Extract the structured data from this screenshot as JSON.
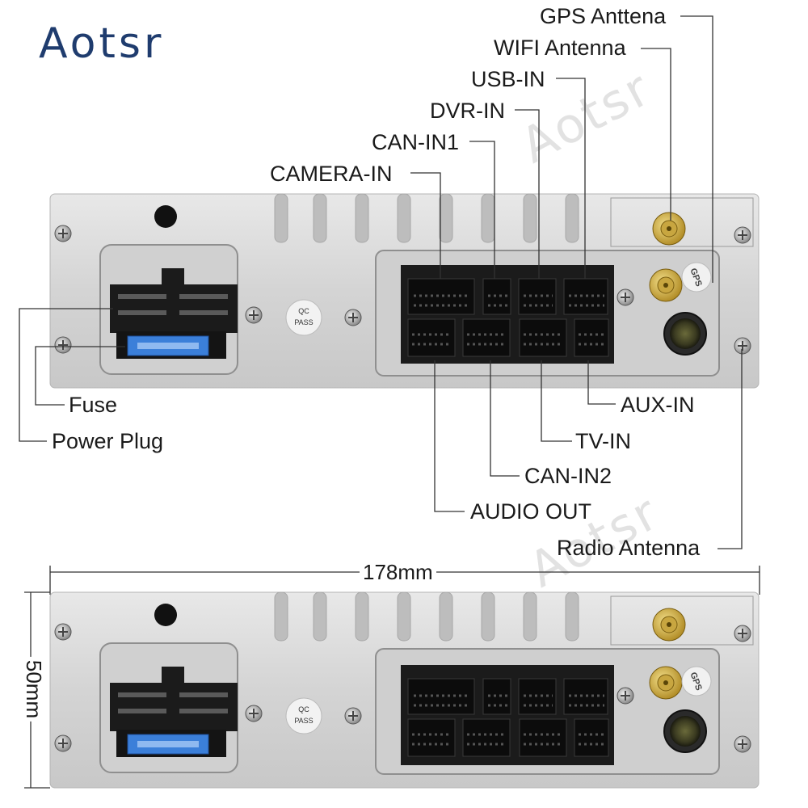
{
  "brand": {
    "name": "Aotsr",
    "accent": "#1f3c6e"
  },
  "watermark": "Aotsr",
  "labels": {
    "gps": "GPS Anttena",
    "wifi": "WIFI Antenna",
    "usb": "USB-IN",
    "dvr": "DVR-IN",
    "can1": "CAN-IN1",
    "camera": "CAMERA-IN",
    "fuse": "Fuse",
    "power": "Power Plug",
    "aux": "AUX-IN",
    "tv": "TV-IN",
    "can2": "CAN-IN2",
    "audio": "AUDIO OUT",
    "radio": "Radio Antenna"
  },
  "dimensions": {
    "width": "178mm",
    "height": "50mm"
  },
  "badge": {
    "qc": "QC",
    "pass": "PASS",
    "gps": "GPS"
  },
  "colors": {
    "panel": "#d9d9d9",
    "connector": "#1b1b1b",
    "fuse": "#3b7fd9",
    "antenna": "#c9a227",
    "lines": "#333333"
  }
}
